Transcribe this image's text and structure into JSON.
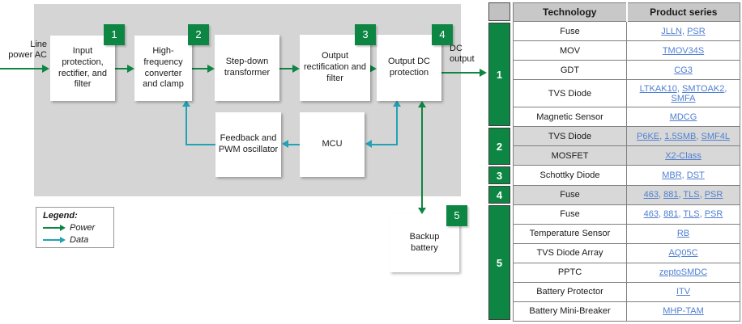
{
  "colors": {
    "power_green": "#0e8643",
    "data_teal": "#21a3b4",
    "link_blue": "#4f7fd0"
  },
  "diagram": {
    "input_label": "Line\npower AC",
    "output_label": "DC\noutput",
    "blocks": {
      "input_protection": {
        "label": "Input protection, rectifier, and filter",
        "badge": "1"
      },
      "hf_converter": {
        "label": "High-frequency converter and clamp",
        "badge": "2"
      },
      "step_down_transformer": {
        "label": "Step-down transformer"
      },
      "output_rectification": {
        "label": "Output rectification and filter",
        "badge": "3"
      },
      "output_dc_protection": {
        "label": "Output DC protection",
        "badge": "4"
      },
      "feedback_pwm": {
        "label": "Feedback and PWM oscillator"
      },
      "mcu": {
        "label": "MCU"
      },
      "backup_battery": {
        "label": "Backup battery",
        "badge": "5"
      }
    },
    "legend": {
      "title": "Legend:",
      "power_label": "Power",
      "data_label": "Data"
    }
  },
  "table": {
    "headers": {
      "technology": "Technology",
      "product_series": "Product series"
    },
    "groups": [
      {
        "num": "1",
        "shaded": false,
        "rows": [
          {
            "tech": "Fuse",
            "products": [
              "JLLN",
              "PSR"
            ]
          },
          {
            "tech": "MOV",
            "products": [
              "TMOV34S"
            ]
          },
          {
            "tech": "GDT",
            "products": [
              "CG3"
            ]
          },
          {
            "tech": "TVS Diode",
            "products": [
              "LTKAK10",
              "SMTOAK2",
              "SMFA"
            ],
            "tall": true
          },
          {
            "tech": "Magnetic Sensor",
            "products": [
              "MDCG"
            ]
          }
        ]
      },
      {
        "num": "2",
        "shaded": true,
        "rows": [
          {
            "tech": "TVS Diode",
            "products": [
              "P6KE",
              "1.5SMB",
              "SMF4L"
            ]
          },
          {
            "tech": "MOSFET",
            "products": [
              "X2-Class"
            ]
          }
        ]
      },
      {
        "num": "3",
        "shaded": false,
        "rows": [
          {
            "tech": "Schottky Diode",
            "products": [
              "MBR",
              "DST"
            ]
          }
        ]
      },
      {
        "num": "4",
        "shaded": true,
        "rows": [
          {
            "tech": "Fuse",
            "products": [
              "463",
              "881",
              "TLS",
              "PSR"
            ]
          }
        ]
      },
      {
        "num": "5",
        "shaded": false,
        "rows": [
          {
            "tech": "Fuse",
            "products": [
              "463",
              "881",
              "TLS",
              "PSR"
            ]
          },
          {
            "tech": "Temperature Sensor",
            "products": [
              "RB"
            ]
          },
          {
            "tech": "TVS Diode Array",
            "products": [
              "AQ05C"
            ]
          },
          {
            "tech": "PPTC",
            "products": [
              "zeptoSMDC"
            ]
          },
          {
            "tech": "Battery Protector",
            "products": [
              "ITV"
            ]
          },
          {
            "tech": "Battery Mini-Breaker",
            "products": [
              "MHP-TAM"
            ]
          }
        ]
      }
    ]
  }
}
